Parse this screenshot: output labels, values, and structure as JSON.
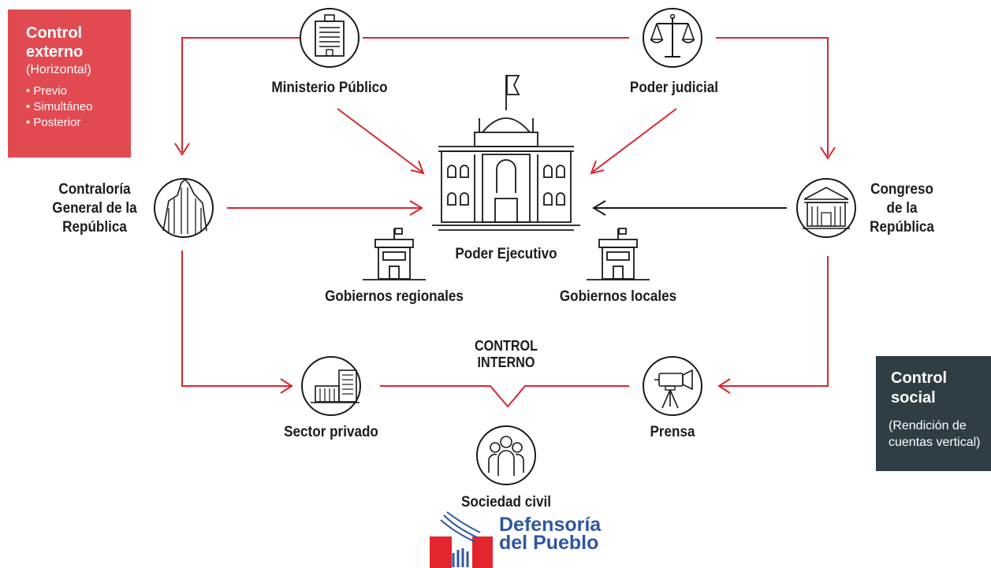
{
  "boxes": {
    "externo": {
      "title_line1": "Control",
      "title_line2": "externo",
      "subtitle": "(Horizontal)",
      "items": [
        "Previo",
        "Simultáneo",
        "Posterior"
      ]
    },
    "social": {
      "title_line1": "Control",
      "title_line2": "social",
      "subtitle_line1": "(Rendición de",
      "subtitle_line2": "cuentas vertical)"
    }
  },
  "nodes": {
    "ministerio": "Ministerio Público",
    "judicial": "Poder judicial",
    "contraloria": [
      "Contraloría",
      "General de la",
      "República"
    ],
    "congreso": [
      "Congreso",
      "de la",
      "República"
    ],
    "ejecutivo": "Poder Ejecutivo",
    "regionales": "Gobiernos regionales",
    "locales": "Gobiernos locales",
    "control_interno": [
      "CONTROL",
      "INTERNO"
    ],
    "privado": "Sector privado",
    "prensa": "Prensa",
    "sociedad": "Sociedad civil"
  },
  "logo": {
    "line1": "Defensoría",
    "line2": "del Pueblo"
  },
  "colors": {
    "red": "#e24a52",
    "arrow_red": "#d9262e",
    "dark": "#2f3e44",
    "black": "#1a1a1a",
    "logo_blue": "#2f56a3"
  }
}
